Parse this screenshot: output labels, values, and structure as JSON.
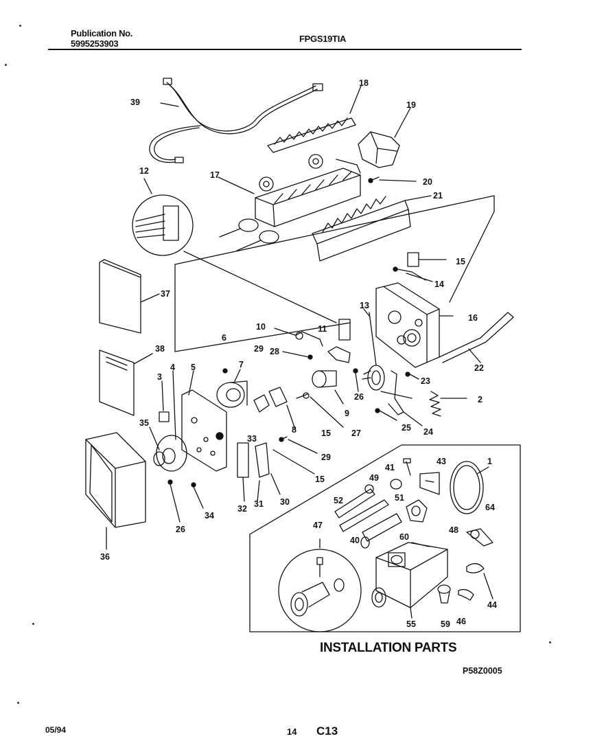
{
  "header": {
    "publication_label": "Publication No.",
    "publication_number": "5995253903",
    "model": "FPGS19TIA"
  },
  "diagram": {
    "callouts": [
      "39",
      "18",
      "19",
      "20",
      "12",
      "17",
      "21",
      "15",
      "14",
      "37",
      "13",
      "16",
      "10",
      "11",
      "6",
      "28",
      "38",
      "29",
      "7",
      "22",
      "3",
      "4",
      "5",
      "26",
      "23",
      "2",
      "9",
      "27",
      "35",
      "8",
      "15",
      "25",
      "24",
      "33",
      "29",
      "15",
      "34",
      "32",
      "31",
      "30",
      "26",
      "36"
    ],
    "installation_callouts": [
      "1",
      "41",
      "49",
      "43",
      "52",
      "51",
      "64",
      "48",
      "40",
      "60",
      "47",
      "44",
      "59",
      "46",
      "55"
    ]
  },
  "installation_title": "INSTALLATION PARTS",
  "diagram_code": "P58Z0005",
  "footer": {
    "date": "05/94",
    "page": "14",
    "section": "C13"
  }
}
